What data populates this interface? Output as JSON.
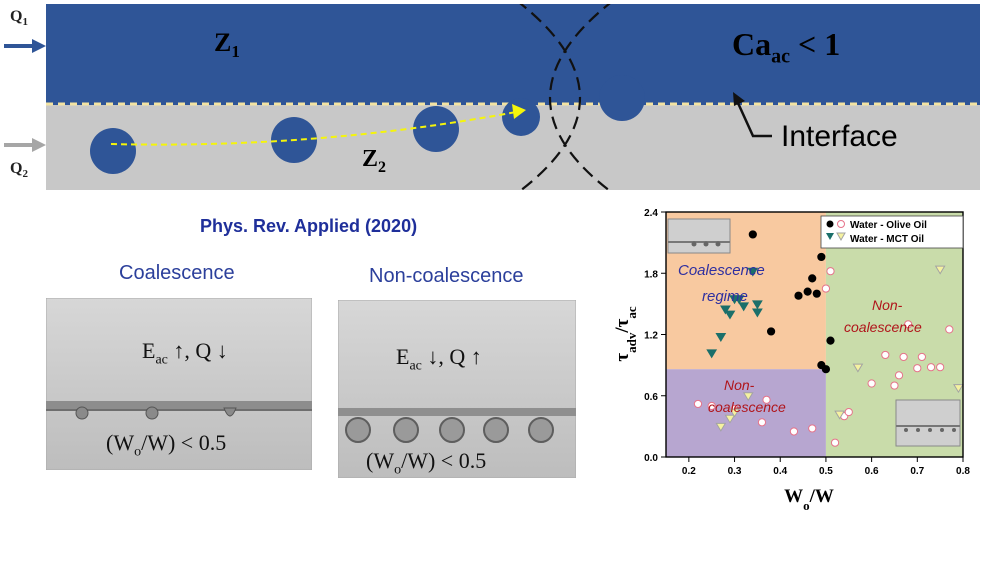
{
  "schematic": {
    "q1": "Q",
    "q1_sub": "1",
    "q2": "Q",
    "q2_sub": "2",
    "z1": "Z",
    "z1_sub": "1",
    "z2": "Z",
    "z2_sub": "2",
    "ca": "Ca",
    "ca_sub": "ac",
    "ca_rel": " < 1",
    "interface": "Interface",
    "colors": {
      "top_fluid": "#2f5597",
      "bottom_fluid": "#c8c8c8",
      "trajectory": "#f5f50a"
    }
  },
  "reference": "Phys. Rev. Applied (2020)",
  "photos": {
    "left": {
      "caption": "Coalescence",
      "formula_main": "E",
      "formula_sub": "ac",
      "formula_rest": " ↑, Q ↓",
      "ratio_open": "(W",
      "ratio_sub": "o",
      "ratio_rest": "/W) < 0.5"
    },
    "right": {
      "caption": "Non-coalescence",
      "formula_main": "E",
      "formula_sub": "ac",
      "formula_rest": " ↓, Q ↑",
      "ratio_open": "(W",
      "ratio_sub": "o",
      "ratio_rest": "/W) < 0.5"
    }
  },
  "chart_data": {
    "type": "scatter",
    "xlabel": "Wo/W",
    "ylabel": "τadv/τac",
    "xlim": [
      0.15,
      0.8
    ],
    "ylim": [
      0.0,
      2.4
    ],
    "xticks": [
      0.2,
      0.3,
      0.4,
      0.5,
      0.6,
      0.7,
      0.8
    ],
    "yticks": [
      0.0,
      0.6,
      1.2,
      1.8,
      2.4
    ],
    "regions": [
      {
        "label": "Coalescence regime",
        "x": [
          0.15,
          0.5
        ],
        "y": [
          0.86,
          2.4
        ],
        "color": "#f8c9a0"
      },
      {
        "label": "Non-coalescence",
        "x": [
          0.15,
          0.5
        ],
        "y": [
          0.0,
          0.86
        ],
        "color": "#b7a6d0"
      },
      {
        "label": "Non-coalescence",
        "x": [
          0.5,
          0.8
        ],
        "y": [
          0.0,
          2.4
        ],
        "color": "#c9dcaa"
      }
    ],
    "region_labels": {
      "coal_1": "Coalescence",
      "coal_2": "regime",
      "nonl_1": "Non-",
      "nonl_2": "coalescence",
      "nonr_1": "Non-",
      "nonr_2": "coalescence"
    },
    "legend": [
      "Water - Olive Oil",
      "Water - MCT Oil"
    ],
    "series": [
      {
        "name": "Water - Olive Oil",
        "marker": "circle-filled",
        "x": [
          0.34,
          0.44,
          0.46,
          0.47,
          0.48,
          0.49,
          0.5,
          0.51,
          0.38,
          0.49
        ],
        "y": [
          2.18,
          1.58,
          1.62,
          1.75,
          1.6,
          1.96,
          0.86,
          1.14,
          1.23,
          0.9
        ]
      },
      {
        "name": "Water - Olive Oil",
        "marker": "circle-open",
        "x": [
          0.22,
          0.25,
          0.3,
          0.36,
          0.37,
          0.43,
          0.47,
          0.51,
          0.52,
          0.54,
          0.55,
          0.6,
          0.63,
          0.65,
          0.66,
          0.67,
          0.68,
          0.7,
          0.71,
          0.73,
          0.75,
          0.77,
          0.5
        ],
        "y": [
          0.52,
          0.5,
          0.47,
          0.34,
          0.56,
          0.25,
          0.28,
          1.82,
          0.14,
          0.4,
          0.44,
          0.72,
          1.0,
          0.7,
          0.8,
          0.98,
          1.3,
          0.87,
          0.98,
          0.88,
          0.88,
          1.25,
          1.65
        ]
      },
      {
        "name": "Water - MCT Oil",
        "marker": "triangle-filled",
        "x": [
          0.25,
          0.27,
          0.28,
          0.29,
          0.3,
          0.31,
          0.34,
          0.35,
          0.32,
          0.35
        ],
        "y": [
          1.02,
          1.18,
          1.45,
          1.4,
          1.55,
          1.55,
          1.82,
          1.5,
          1.48,
          1.42
        ]
      },
      {
        "name": "Water - MCT Oil",
        "marker": "triangle-open",
        "x": [
          0.27,
          0.29,
          0.3,
          0.33,
          0.53,
          0.57,
          0.75,
          0.79
        ],
        "y": [
          0.3,
          0.38,
          0.44,
          0.6,
          0.42,
          0.88,
          1.84,
          0.68
        ]
      }
    ]
  }
}
